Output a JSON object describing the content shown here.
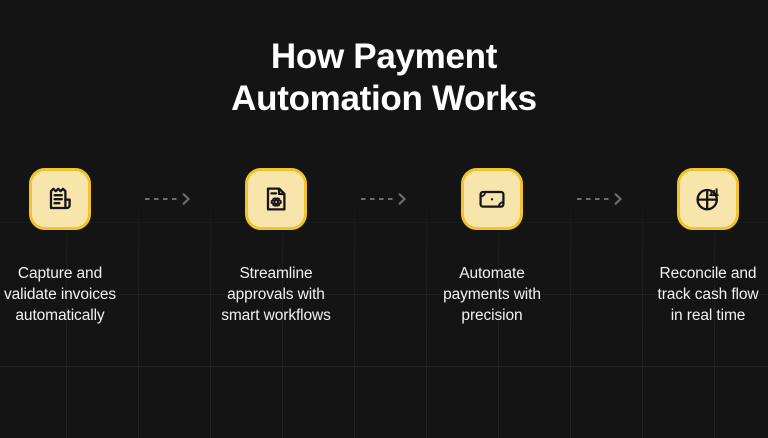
{
  "theme": {
    "background_color": "#141414",
    "tile_fill_color": "#F8E5AC",
    "tile_border_color": "#F3C32F",
    "icon_stroke_color": "#16161A",
    "title_color": "#FFFFFF",
    "caption_color": "#F2F2F2",
    "arrow_color": "#6E6E6E",
    "grid_line_color": "#2A2820"
  },
  "title": {
    "line1": "How Payment",
    "line2": "Automation Works"
  },
  "steps": [
    {
      "icon_name": "receipt-invoice-icon",
      "caption_line1": "Capture and",
      "caption_line2": "validate invoices",
      "caption_line3": "automatically"
    },
    {
      "icon_name": "document-gear-icon",
      "caption_line1": "Streamline",
      "caption_line2": "approvals with",
      "caption_line3": "smart workflows"
    },
    {
      "icon_name": "banknote-cash-icon",
      "caption_line1": "Automate",
      "caption_line2": "payments with",
      "caption_line3": "precision"
    },
    {
      "icon_name": "pie-chart-bars-icon",
      "caption_line1": "Reconcile and",
      "caption_line2": "track cash flow",
      "caption_line3": "in real time"
    }
  ],
  "connectors": [
    {
      "icon_name": "dashed-arrow-right-icon"
    },
    {
      "icon_name": "dashed-arrow-right-icon"
    },
    {
      "icon_name": "dashed-arrow-right-icon"
    }
  ]
}
